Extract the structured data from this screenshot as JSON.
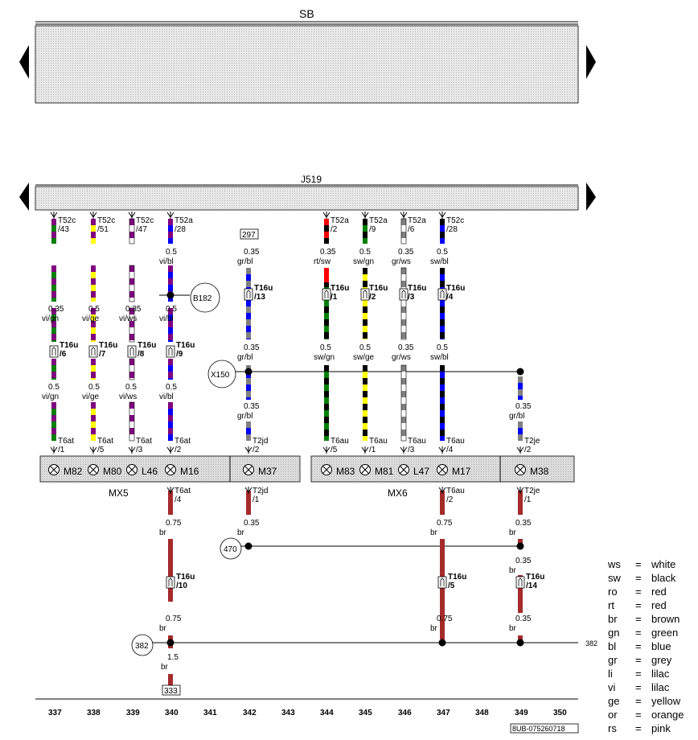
{
  "components": {
    "top_box": "SB",
    "control_unit": "J519",
    "mx5": "MX5",
    "mx6": "MX6",
    "bulbs": [
      "M82",
      "M80",
      "L46",
      "M16",
      "M37",
      "M83",
      "M81",
      "L47",
      "M17",
      "M38"
    ]
  },
  "connectors_top": [
    {
      "name": "T52c",
      "pin": "/43"
    },
    {
      "name": "T52c",
      "pin": "/51"
    },
    {
      "name": "T52c",
      "pin": "/47"
    },
    {
      "name": "T52a",
      "pin": "/28"
    },
    {
      "name": "T52a",
      "pin": "/2"
    },
    {
      "name": "T52a",
      "pin": "/9"
    },
    {
      "name": "T52a",
      "pin": "/6"
    },
    {
      "name": "T52c",
      "pin": "/28"
    }
  ],
  "mid_connectors": [
    {
      "name": "T16u",
      "pin": "/6"
    },
    {
      "name": "T16u",
      "pin": "/7"
    },
    {
      "name": "T16u",
      "pin": "/8"
    },
    {
      "name": "T16u",
      "pin": "/9"
    },
    {
      "name": "T16u",
      "pin": "/13"
    },
    {
      "name": "T16u",
      "pin": "/1"
    },
    {
      "name": "T16u",
      "pin": "/2"
    },
    {
      "name": "T16u",
      "pin": "/3"
    },
    {
      "name": "T16u",
      "pin": "/4"
    }
  ],
  "lower_connectors": [
    {
      "name": "T6at",
      "pin": "/1"
    },
    {
      "name": "T6at",
      "pin": "/5"
    },
    {
      "name": "T6at",
      "pin": "/3"
    },
    {
      "name": "T6at",
      "pin": "/2"
    },
    {
      "name": "T2jd",
      "pin": "/2"
    },
    {
      "name": "T6au",
      "pin": "/5"
    },
    {
      "name": "T6au",
      "pin": "/1"
    },
    {
      "name": "T6au",
      "pin": "/3"
    },
    {
      "name": "T6au",
      "pin": "/4"
    },
    {
      "name": "T2je",
      "pin": "/2"
    }
  ],
  "ground_connectors": [
    {
      "name": "T6at",
      "pin": "/4"
    },
    {
      "name": "T2jd",
      "pin": "/1"
    },
    {
      "name": "T6au",
      "pin": "/2"
    },
    {
      "name": "T2je",
      "pin": "/1"
    },
    {
      "name": "T16u",
      "pin": "/10"
    },
    {
      "name": "T16u",
      "pin": "/5"
    },
    {
      "name": "T16u",
      "pin": "/14"
    }
  ],
  "wire_labels": [
    {
      "size": "0.5",
      "color": "vi/bl"
    },
    {
      "size": "0.35",
      "color": "gr/bl"
    },
    {
      "size": "0.35",
      "color": "rt/sw"
    },
    {
      "size": "0.5",
      "color": "sw/gn"
    },
    {
      "size": "0.35",
      "color": "gr/ws"
    },
    {
      "size": "0.5",
      "color": "sw/bl"
    },
    {
      "size": "0.35",
      "color": "vi/gn"
    },
    {
      "size": "0.5",
      "color": "vi/ge"
    },
    {
      "size": "0.35",
      "color": "vi/ws"
    },
    {
      "size": "0.5",
      "color": "vi/bl"
    },
    {
      "size": "0.35",
      "color": "gr/bl"
    },
    {
      "size": "0.5",
      "color": "sw/gn"
    },
    {
      "size": "0.5",
      "color": "sw/ge"
    },
    {
      "size": "0.35",
      "color": "gr/ws"
    },
    {
      "size": "0.5",
      "color": "sw/bl"
    },
    {
      "size": "0.5",
      "color": "vi/gn"
    },
    {
      "size": "0.5",
      "color": "vi/ge"
    },
    {
      "size": "0.5",
      "color": "vi/ws"
    },
    {
      "size": "0.5",
      "color": "vi/bl"
    },
    {
      "size": "0.35",
      "color": "gr/bl"
    },
    {
      "size": "0.35",
      "color": "gr/bl"
    },
    {
      "size": "0.75",
      "color": "br"
    },
    {
      "size": "0.35",
      "color": "br"
    },
    {
      "size": "0.75",
      "color": "br"
    },
    {
      "size": "0.35",
      "color": "br"
    },
    {
      "size": "0.35",
      "color": "br"
    },
    {
      "size": "0.75",
      "color": "br"
    },
    {
      "size": "0.75",
      "color": "br"
    },
    {
      "size": "0.35",
      "color": "br"
    },
    {
      "size": "1.5",
      "color": "br"
    }
  ],
  "references": {
    "r297": "297",
    "r333": "333",
    "b182": "B182",
    "x150": "X150",
    "c470": "470",
    "c382": "382",
    "edge382": "382",
    "doc_id": "8UB-075260718"
  },
  "column_numbers": [
    "337",
    "338",
    "339",
    "340",
    "341",
    "342",
    "343",
    "344",
    "345",
    "346",
    "347",
    "348",
    "349",
    "350"
  ],
  "legend": [
    {
      "code": "ws",
      "eq": "=",
      "name": "white"
    },
    {
      "code": "sw",
      "eq": "=",
      "name": "black"
    },
    {
      "code": "ro",
      "eq": "=",
      "name": "red"
    },
    {
      "code": "rt",
      "eq": "=",
      "name": "red"
    },
    {
      "code": "br",
      "eq": "=",
      "name": "brown"
    },
    {
      "code": "gn",
      "eq": "=",
      "name": "green"
    },
    {
      "code": "bl",
      "eq": "=",
      "name": "blue"
    },
    {
      "code": "gr",
      "eq": "=",
      "name": "grey"
    },
    {
      "code": "li",
      "eq": "=",
      "name": "lilac"
    },
    {
      "code": "vi",
      "eq": "=",
      "name": "lilac"
    },
    {
      "code": "ge",
      "eq": "=",
      "name": "yellow"
    },
    {
      "code": "or",
      "eq": "=",
      "name": "orange"
    },
    {
      "code": "rs",
      "eq": "=",
      "name": "pink"
    }
  ],
  "wire_colors": {
    "vi": "#800080",
    "gn": "#008000",
    "ge": "#ffff00",
    "ws": "#ffffff",
    "bl": "#0000ff",
    "gr": "#808080",
    "sw": "#000000",
    "rt": "#ff0000",
    "br": "#a52a2a"
  }
}
